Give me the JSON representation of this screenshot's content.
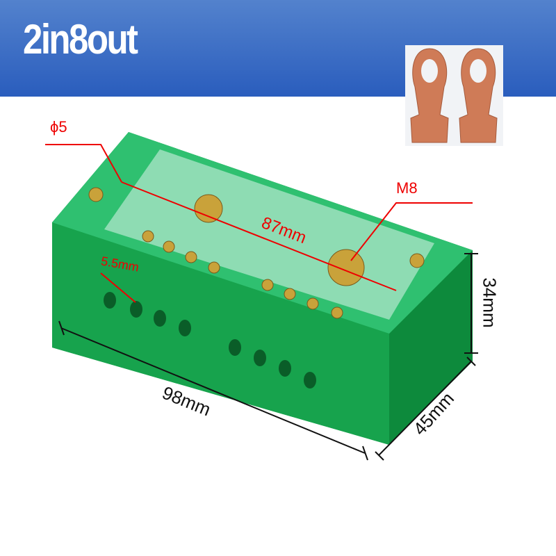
{
  "banner": {
    "title": "2in8out"
  },
  "annotations": {
    "hole_diameter": "ϕ5",
    "bolt": "M8",
    "hole_spacing": "87mm",
    "wire_hole": "5.5mm"
  },
  "dimensions": {
    "length": "98mm",
    "width": "45mm",
    "height": "34mm"
  },
  "colors": {
    "banner": "#2a5dbd",
    "body": "#13a04a",
    "annotation": "#ee0000",
    "copper": "#d07a55"
  }
}
